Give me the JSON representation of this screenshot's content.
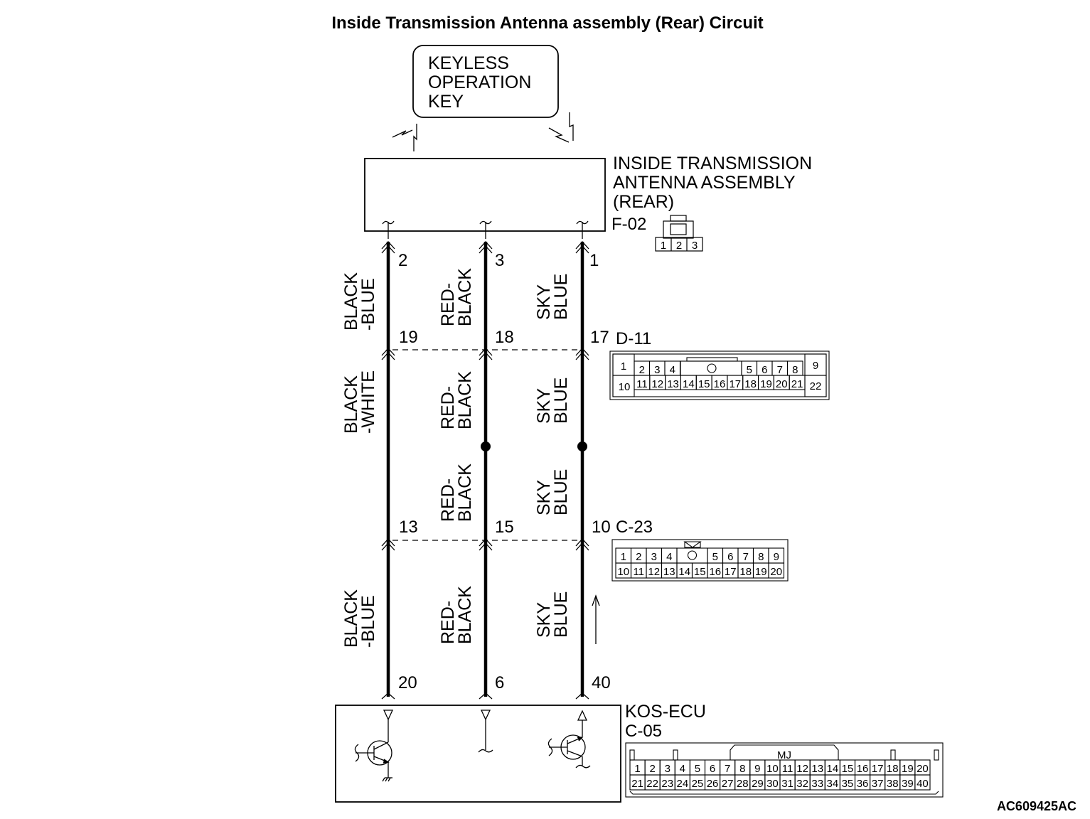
{
  "title": "Inside Transmission Antenna assembly (Rear) Circuit",
  "figure_code": "AC609425AC",
  "keyless_key": {
    "lines": [
      "KEYLESS",
      "OPERATION",
      "KEY"
    ]
  },
  "antenna_assembly": {
    "name_lines": [
      "INSIDE TRANSMISSION",
      "ANTENNA ASSEMBLY",
      "(REAR)"
    ],
    "connector_id": "F-02",
    "connector_pins": [
      "1",
      "2",
      "3"
    ]
  },
  "junction_d11": {
    "connector_id": "D-11",
    "top_row": [
      "1",
      "2",
      "3",
      "4",
      "5",
      "6",
      "7",
      "8",
      "9"
    ],
    "bottom_row": [
      "10",
      "11",
      "12",
      "13",
      "14",
      "15",
      "16",
      "17",
      "18",
      "19",
      "20",
      "21",
      "22"
    ]
  },
  "junction_c23": {
    "connector_id": "C-23",
    "top_row": [
      "1",
      "2",
      "3",
      "4",
      "5",
      "6",
      "7",
      "8",
      "9"
    ],
    "bottom_row": [
      "10",
      "11",
      "12",
      "13",
      "14",
      "15",
      "16",
      "17",
      "18",
      "19",
      "20"
    ]
  },
  "ecu": {
    "name": "KOS-ECU",
    "connector_id": "C-05",
    "connector_tag": "MJ",
    "top_row": [
      "1",
      "2",
      "3",
      "4",
      "5",
      "6",
      "7",
      "8",
      "9",
      "10",
      "11",
      "12",
      "13",
      "14",
      "15",
      "16",
      "17",
      "18",
      "19",
      "20"
    ],
    "bottom_row": [
      "21",
      "22",
      "23",
      "24",
      "25",
      "26",
      "27",
      "28",
      "29",
      "30",
      "31",
      "32",
      "33",
      "34",
      "35",
      "36",
      "37",
      "38",
      "39",
      "40"
    ]
  },
  "wires": [
    {
      "pins": {
        "antenna": "2",
        "d11": "19",
        "c23": "13",
        "ecu": "20"
      },
      "segments": [
        {
          "lines": [
            "BLACK",
            "-BLUE"
          ]
        },
        {
          "lines": [
            "BLACK",
            "-WHITE"
          ]
        },
        {
          "lines": [
            "BLACK",
            "-BLUE"
          ]
        }
      ]
    },
    {
      "pins": {
        "antenna": "3",
        "d11": "18",
        "c23": "15",
        "ecu": "6"
      },
      "segments": [
        {
          "lines": [
            "RED-",
            "BLACK"
          ]
        },
        {
          "lines": [
            "RED-",
            "BLACK"
          ]
        },
        {
          "lines": [
            "RED-",
            "BLACK"
          ]
        },
        {
          "lines": [
            "RED-",
            "BLACK"
          ]
        }
      ]
    },
    {
      "pins": {
        "antenna": "1",
        "d11": "17",
        "c23": "10",
        "ecu": "40"
      },
      "segments": [
        {
          "lines": [
            "SKY",
            "BLUE"
          ]
        },
        {
          "lines": [
            "SKY",
            "BLUE"
          ]
        },
        {
          "lines": [
            "SKY",
            "BLUE"
          ]
        },
        {
          "lines": [
            "SKY",
            "BLUE"
          ]
        }
      ]
    }
  ],
  "signal_direction": "up"
}
